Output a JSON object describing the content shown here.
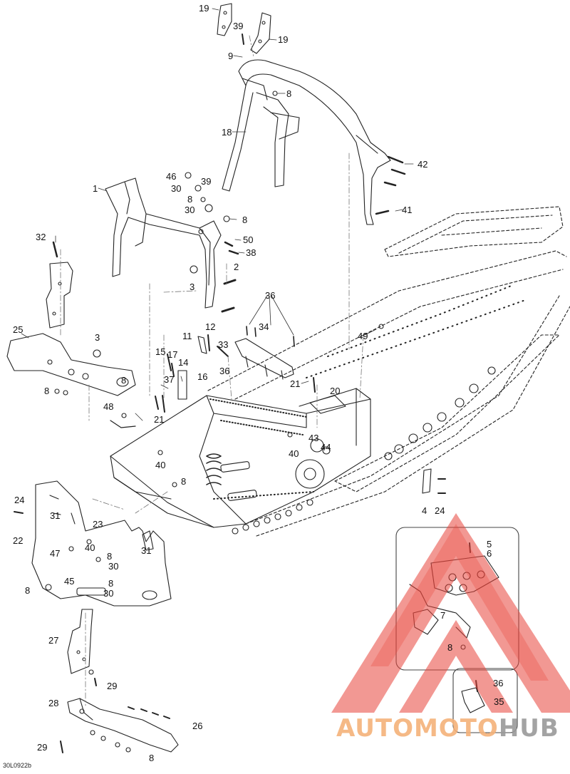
{
  "document_ref": "30L0922b",
  "watermark": {
    "part1": "AUTOMOTO",
    "part2": "HUB",
    "color_primary": "#e8443a",
    "color_text": "#f5a05a",
    "color_gray": "#8a8a8a"
  },
  "callouts": [
    {
      "id": "c19a",
      "text": "19"
    },
    {
      "id": "c39a",
      "text": "39"
    },
    {
      "id": "c19b",
      "text": "19"
    },
    {
      "id": "c9",
      "text": "9"
    },
    {
      "id": "c8a",
      "text": "8"
    },
    {
      "id": "c18",
      "text": "18"
    },
    {
      "id": "c42",
      "text": "42"
    },
    {
      "id": "c46",
      "text": "46"
    },
    {
      "id": "c39b",
      "text": "39"
    },
    {
      "id": "c1",
      "text": "1"
    },
    {
      "id": "c30a",
      "text": "30"
    },
    {
      "id": "c8b",
      "text": "8"
    },
    {
      "id": "c30b",
      "text": "30"
    },
    {
      "id": "c41",
      "text": "41"
    },
    {
      "id": "c8c",
      "text": "8"
    },
    {
      "id": "c32",
      "text": "32"
    },
    {
      "id": "c50",
      "text": "50"
    },
    {
      "id": "c38",
      "text": "38"
    },
    {
      "id": "c2",
      "text": "2"
    },
    {
      "id": "c3a",
      "text": "3"
    },
    {
      "id": "c36a",
      "text": "36"
    },
    {
      "id": "c25",
      "text": "25"
    },
    {
      "id": "c11",
      "text": "11"
    },
    {
      "id": "c12",
      "text": "12"
    },
    {
      "id": "c34",
      "text": "34"
    },
    {
      "id": "c33",
      "text": "33"
    },
    {
      "id": "c49",
      "text": "49"
    },
    {
      "id": "c3b",
      "text": "3"
    },
    {
      "id": "c15",
      "text": "15"
    },
    {
      "id": "c17",
      "text": "17"
    },
    {
      "id": "c14",
      "text": "14"
    },
    {
      "id": "c36b",
      "text": "36"
    },
    {
      "id": "c16",
      "text": "16"
    },
    {
      "id": "c37",
      "text": "37"
    },
    {
      "id": "c8d",
      "text": "8"
    },
    {
      "id": "c21a",
      "text": "21"
    },
    {
      "id": "c20",
      "text": "20"
    },
    {
      "id": "c8e",
      "text": "8"
    },
    {
      "id": "c48",
      "text": "48"
    },
    {
      "id": "c21b",
      "text": "21"
    },
    {
      "id": "c43",
      "text": "43"
    },
    {
      "id": "c44",
      "text": "44"
    },
    {
      "id": "c40a",
      "text": "40"
    },
    {
      "id": "c40b",
      "text": "40"
    },
    {
      "id": "c8f",
      "text": "8"
    },
    {
      "id": "c4",
      "text": "4"
    },
    {
      "id": "c24a",
      "text": "24"
    },
    {
      "id": "c24b",
      "text": "24"
    },
    {
      "id": "c31a",
      "text": "31"
    },
    {
      "id": "c23",
      "text": "23"
    },
    {
      "id": "c22",
      "text": "22"
    },
    {
      "id": "c40c",
      "text": "40"
    },
    {
      "id": "c31b",
      "text": "31"
    },
    {
      "id": "c5",
      "text": "5"
    },
    {
      "id": "c6",
      "text": "6"
    },
    {
      "id": "c47",
      "text": "47"
    },
    {
      "id": "c8g",
      "text": "8"
    },
    {
      "id": "c30c",
      "text": "30"
    },
    {
      "id": "c45",
      "text": "45"
    },
    {
      "id": "c8h",
      "text": "8"
    },
    {
      "id": "c8i",
      "text": "8"
    },
    {
      "id": "c30d",
      "text": "30"
    },
    {
      "id": "c7",
      "text": "7"
    },
    {
      "id": "c27",
      "text": "27"
    },
    {
      "id": "c8j",
      "text": "8"
    },
    {
      "id": "c29a",
      "text": "29"
    },
    {
      "id": "c36c",
      "text": "36"
    },
    {
      "id": "c35",
      "text": "35"
    },
    {
      "id": "c28",
      "text": "28"
    },
    {
      "id": "c26",
      "text": "26"
    },
    {
      "id": "c29b",
      "text": "29"
    },
    {
      "id": "c8k",
      "text": "8"
    }
  ]
}
